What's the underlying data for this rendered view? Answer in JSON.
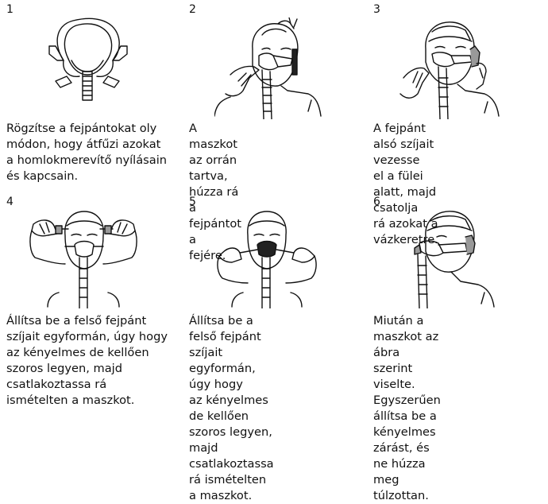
{
  "steps": [
    {
      "number": "1",
      "text": "Rögzítse a fejpántokat oly\nmódon, hogy átfűzi azokat\na homlokmerevítő nyílásain\nés kapcsain."
    },
    {
      "number": "2",
      "text": "A maszkot az orrán tartva,\nhúzza rá a fejpántot a\nfejére."
    },
    {
      "number": "3",
      "text": "A fejpánt alsó szíjait vezesse\nel a fülei alatt, majd csatolja\nrá azokat a vázkeretre."
    },
    {
      "number": "4",
      "text": "Állítsa be a felső fejpánt\nszíjait egyformán, úgy hogy\naz kényelmes de kellően\nszoros legyen, majd\ncsatlakoztassa rá\nismételten a maszkot."
    },
    {
      "number": "5",
      "text": "Állítsa be a felső fejpánt\nszíjait egyformán, úgy hogy\naz kényelmes de kellően\nszoros legyen, majd\ncsatlakoztassa rá ismételten\na maszkot."
    },
    {
      "number": "6",
      "text": "Miután a maszkot az ábra\nszerint viselte. Egyszerűen\nállítsa be a kényelmes\nzárást, és ne húzza meg\ntúlzottan."
    }
  ]
}
